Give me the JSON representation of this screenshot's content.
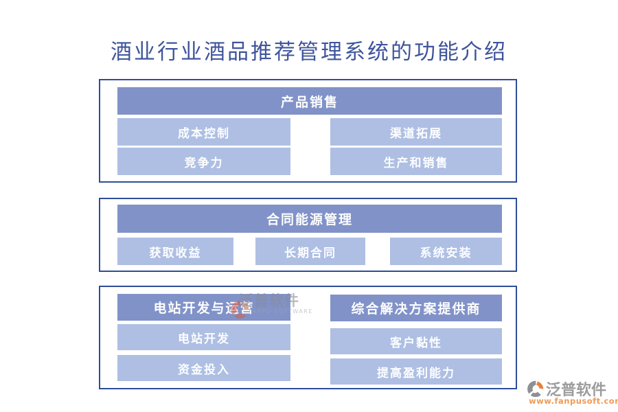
{
  "page": {
    "title": "酒业行业酒品推荐管理系统的功能介绍"
  },
  "sections": [
    {
      "header": "产品销售",
      "items": [
        "成本控制",
        "渠道拓展",
        "竞争力",
        "生产和销售"
      ]
    },
    {
      "header": "合同能源管理",
      "items": [
        "获取收益",
        "长期合同",
        "系统安装"
      ]
    },
    {
      "columns": [
        {
          "header": "电站开发与运营",
          "items": [
            "电站开发",
            "资金投入"
          ]
        },
        {
          "header": "综合解决方案提供商",
          "items": [
            "客户黏性",
            "提高盈利能力"
          ]
        }
      ]
    }
  ],
  "watermark": {
    "text": "泛普软件",
    "subtext": "FANPU SOFTWARE"
  },
  "brand": {
    "name": "泛普软件",
    "url": "www.fanpusoft.com"
  },
  "colors": {
    "section_border": "#2e4c98",
    "header_bg": "#8092c8",
    "item_bg": "#aebfe3",
    "title_text": "#3f549c",
    "brand_orange": "#ef9a55",
    "brand_icon_orange": "#e8813d",
    "brand_icon_gray": "#8d9094",
    "brand_name_gray": "#9c9c9c"
  }
}
